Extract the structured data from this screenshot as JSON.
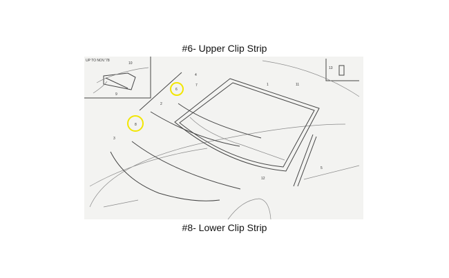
{
  "captions": {
    "upper": "#6- Upper Clip Strip",
    "lower": "#8- Lower Clip Strip"
  },
  "diagram": {
    "inset_label": "UP TO NOV.'78",
    "callouts": [
      "1",
      "2",
      "3",
      "4",
      "5",
      "6",
      "7",
      "8",
      "9",
      "10",
      "11",
      "12",
      "13"
    ],
    "highlight_color": "#f2e600",
    "background_color": "#f3f3f1"
  }
}
